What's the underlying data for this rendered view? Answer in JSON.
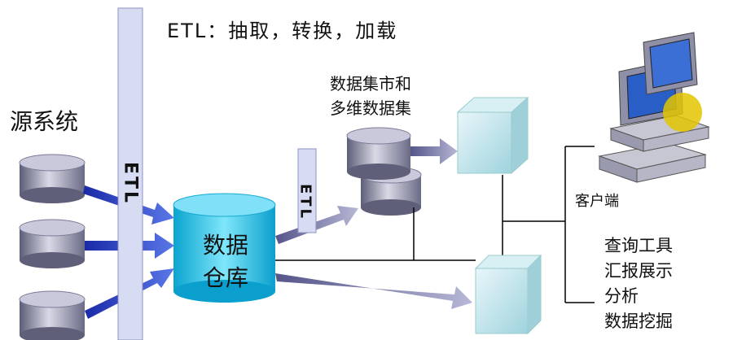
{
  "title": "ETL：抽取，转换，加载",
  "source_systems": {
    "label": "源系统",
    "count": 3
  },
  "etl_main": {
    "label": "ETL"
  },
  "etl_secondary": {
    "label": "ETL"
  },
  "warehouse": {
    "line1": "数据",
    "line2": "仓库"
  },
  "data_mart": {
    "line1": "数据集市和",
    "line2": "多维数据集"
  },
  "client": {
    "label": "客户端"
  },
  "tools": [
    "查询工具",
    "汇报展示",
    "分析",
    "数据挖掘"
  ],
  "colors": {
    "etl_bar": "#d8dcf2",
    "arrow_blue": "#2b3fc8",
    "arrow_gray": "#6a6a9a",
    "warehouse_fill": "#1fc3ea",
    "cube_fill": "#bfe6ee",
    "cylinder_gray": "#8a8aa3"
  }
}
